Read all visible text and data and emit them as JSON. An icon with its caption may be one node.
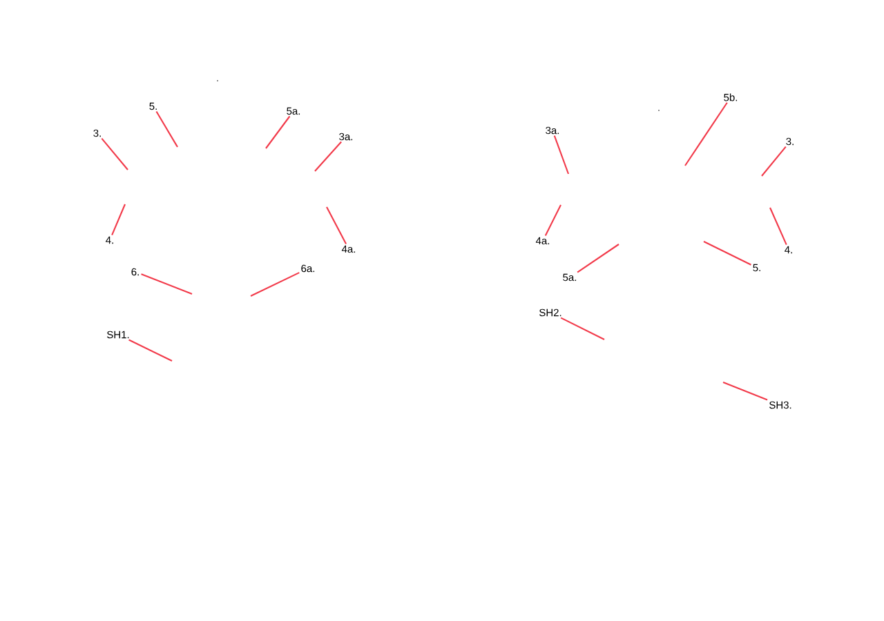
{
  "diagram": {
    "nodes": [
      {
        "text": [
          "5."
        ]
      },
      {
        "text": [
          "5a."
        ]
      },
      {
        "text": [
          "3."
        ]
      },
      {
        "text": [
          "3a."
        ]
      },
      {
        "text": [
          "4."
        ]
      },
      {
        "text": [
          "4a."
        ]
      },
      {
        "text": [
          "6."
        ]
      },
      {
        "text": [
          "6a."
        ]
      },
      {
        "text": [
          "SH1."
        ]
      },
      {
        "text": [
          "5b."
        ]
      },
      {
        "text": [
          "3a."
        ]
      },
      {
        "text": [
          "3."
        ]
      },
      {
        "text": [
          "4a."
        ]
      },
      {
        "text": [
          "4."
        ]
      },
      {
        "text": [
          "5."
        ]
      },
      {
        "text": [
          "5a."
        ]
      },
      {
        "text": [
          "SH2."
        ]
      },
      {
        "text": [
          "SH3."
        ]
      }
    ],
    "edges": [
      {
        "from": 0,
        "to": null,
        "arrow": "none"
      },
      {
        "from": 1,
        "to": null,
        "arrow": "none"
      },
      {
        "from": 2,
        "to": null,
        "arrow": "none"
      },
      {
        "from": 3,
        "to": null,
        "arrow": "none"
      },
      {
        "from": 4,
        "to": null,
        "arrow": "none"
      },
      {
        "from": 5,
        "to": null,
        "arrow": "none"
      },
      {
        "from": 6,
        "to": null,
        "arrow": "none"
      },
      {
        "from": 7,
        "to": null,
        "arrow": "none"
      },
      {
        "from": 8,
        "to": null,
        "arrow": "none"
      },
      {
        "from": 9,
        "to": null,
        "arrow": "none"
      },
      {
        "from": 10,
        "to": null,
        "arrow": "none"
      },
      {
        "from": 11,
        "to": null,
        "arrow": "none"
      },
      {
        "from": 12,
        "to": null,
        "arrow": "none"
      },
      {
        "from": 13,
        "to": null,
        "arrow": "none"
      },
      {
        "from": 14,
        "to": null,
        "arrow": "none"
      },
      {
        "from": 15,
        "to": null,
        "arrow": "none"
      },
      {
        "from": 16,
        "to": null,
        "arrow": "none"
      },
      {
        "from": 17,
        "to": null,
        "arrow": "none"
      }
    ],
    "labels": [
      ".",
      "."
    ]
  }
}
